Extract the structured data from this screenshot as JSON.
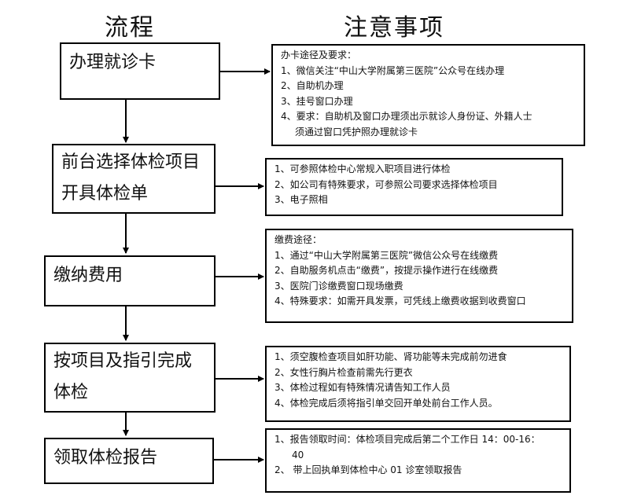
{
  "headers": {
    "flow": "流程",
    "notes": "注意事项"
  },
  "steps": [
    {
      "label_lines": [
        "办理就诊卡"
      ],
      "notes": [
        "办卡途径及要求：",
        "1、微信关注“中山大学附属第三医院”公众号在线办理",
        "2、自助机办理",
        "3、挂号窗口办理",
        "4、要求：自助机及窗口办理须出示就诊人身份证、外籍人士",
        "须通过窗口凭护照办理就诊卡"
      ]
    },
    {
      "label_lines": [
        "前台选择体检项目",
        "开具体检单"
      ],
      "notes": [
        "1、可参照体检中心常规入职项目进行体检",
        "2、如公司有特殊要求，可参照公司要求选择体检项目",
        "3、电子照相"
      ]
    },
    {
      "label_lines": [
        "缴纳费用"
      ],
      "notes": [
        "缴费途径：",
        "1、通过“中山大学附属第三医院”微信公众号在线缴费",
        "2、自助服务机点击“缴费”，按提示操作进行在线缴费",
        "3、医院门诊缴费窗口现场缴费",
        "4、特殊要求：如需开具发票，可凭线上缴费收据到收费窗口"
      ]
    },
    {
      "label_lines": [
        "按项目及指引完成",
        "体检"
      ],
      "notes": [
        "1、须空腹检查项目如肝功能、肾功能等未完成前勿进食",
        "2、女性行胸片检查前需先行更衣",
        "3、体检过程如有特殊情况请告知工作人员",
        "4、体检完成后须将指引单交回开单处前台工作人员。"
      ]
    },
    {
      "label_lines": [
        "领取体检报告"
      ],
      "notes": [
        "1、报告领取时间：体检项目完成后第二个工作日 14：00-16：",
        "40",
        "2、  带上回执单到体检中心 01 诊室领取报告"
      ]
    }
  ]
}
